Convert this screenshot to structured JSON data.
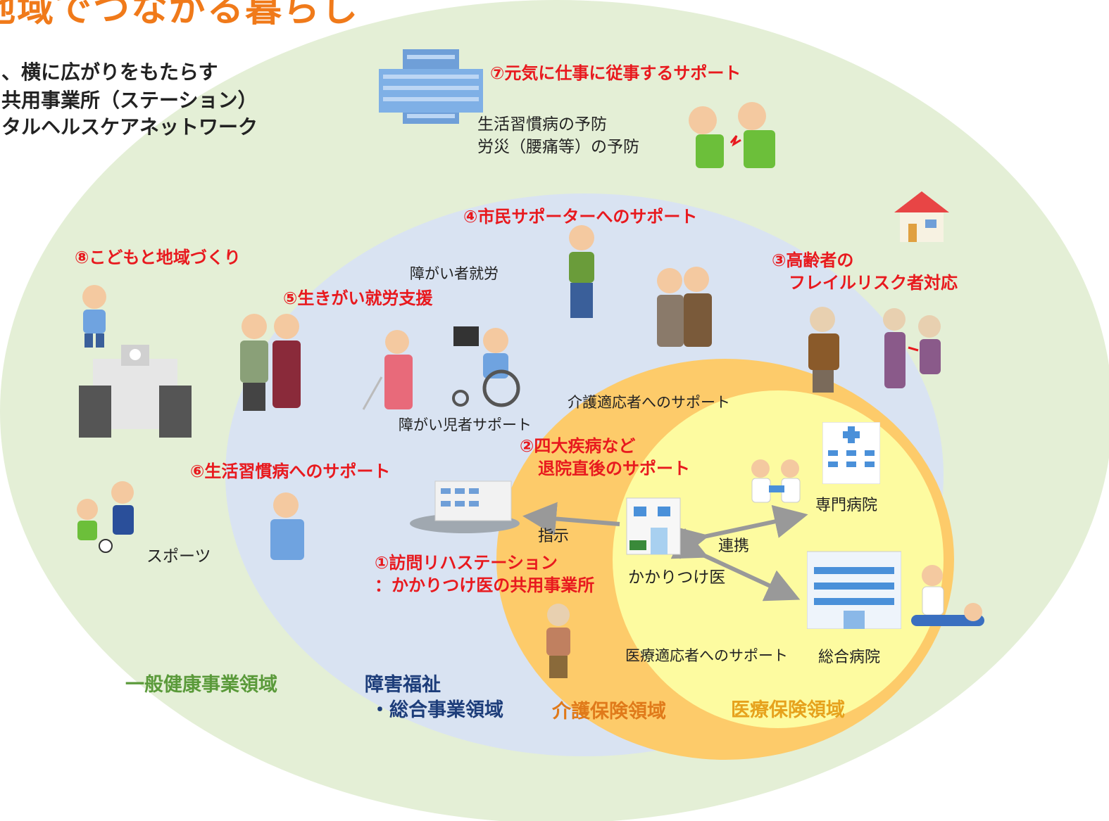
{
  "title": "地域でつながる暮らし",
  "intro_lines": [
    "、横に広がりをもたらす",
    "共用事業所（ステーション）",
    "タルヘルスケアネットワーク"
  ],
  "supports": {
    "s7": "⑦元気に仕事に従事するサポート",
    "s7_notes": [
      "生活習慣病の予防",
      "労災（腰痛等）の予防"
    ],
    "s4": "④市民サポーターへのサポート",
    "s8": "⑧こどもと地域づくり",
    "s5": "⑤生きがい就労支援",
    "s3": [
      "③高齢者の",
      "フレイルリスク者対応"
    ],
    "s6": "⑥生活習慣病へのサポート",
    "s2": [
      "②四大疾病など",
      "退院直後のサポート"
    ],
    "s1": [
      "①訪問リハステーション",
      "：かかりつけ医の共用事業所"
    ]
  },
  "labels": {
    "disabled_work": "障がい者就労",
    "disabled_child": "障がい児者サポート",
    "care_support": "介護適応者へのサポート",
    "specialty_hospital": "専門病院",
    "instruction": "指示",
    "cooperation": "連携",
    "family_doctor": "かかりつけ医",
    "sports": "スポーツ",
    "medical_support": "医療適応者へのサポート",
    "general_hospital": "総合病院"
  },
  "domains": {
    "general": "一般健康事業領域",
    "welfare": [
      "障害福祉",
      "・総合事業領域"
    ],
    "care": "介護保険領域",
    "medical": "医療保険領域"
  },
  "colors": {
    "outer": "#e4efd6",
    "welfare": "#d9e3f2",
    "care": "#fdcb6a",
    "medical": "#fdfba0"
  }
}
